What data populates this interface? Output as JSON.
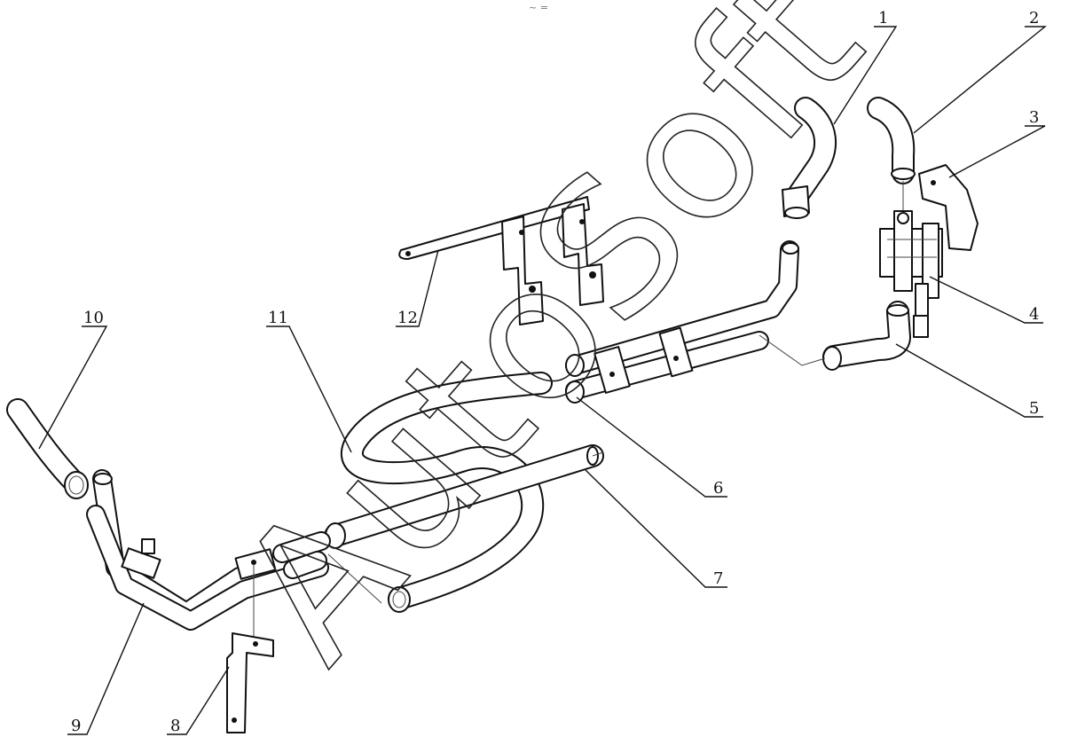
{
  "header_mark": "~ =",
  "watermark": "AutoSoft",
  "callouts": [
    {
      "number": "1",
      "part": "hose"
    },
    {
      "number": "2",
      "part": "hose"
    },
    {
      "number": "3",
      "part": "bracket"
    },
    {
      "number": "4",
      "part": "valve"
    },
    {
      "number": "5",
      "part": "hose"
    },
    {
      "number": "6",
      "part": "pipe"
    },
    {
      "number": "7",
      "part": "pipe"
    },
    {
      "number": "8",
      "part": "bracket"
    },
    {
      "number": "9",
      "part": "pipe"
    },
    {
      "number": "10",
      "part": "hose"
    },
    {
      "number": "11",
      "part": "hose"
    },
    {
      "number": "12",
      "part": "bracket"
    }
  ]
}
